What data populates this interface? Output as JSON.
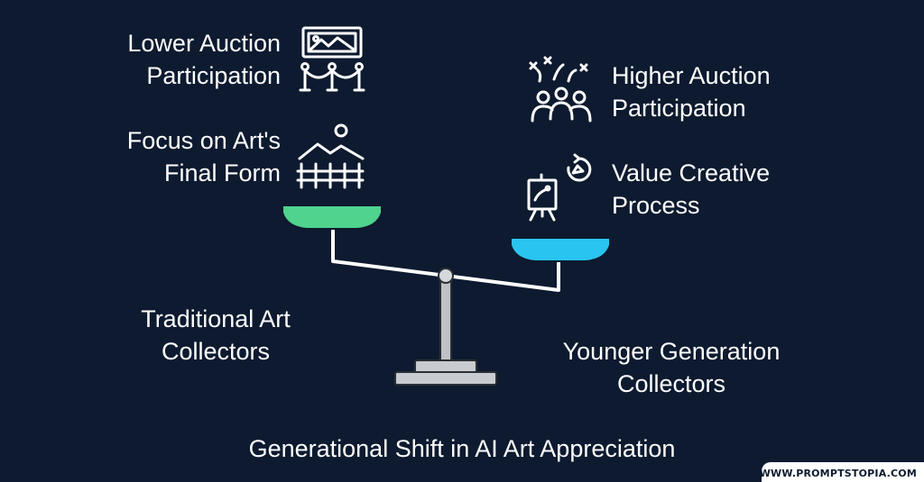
{
  "title": "Generational Shift in AI Art Appreciation",
  "watermark": "WWW.PROMPTSTOPIA.COM",
  "left": {
    "group": [
      "Traditional Art",
      "Collectors"
    ],
    "trait_1": [
      "Lower Auction",
      "Participation"
    ],
    "trait_2": [
      "Focus on Art's",
      "Final Form"
    ],
    "pan_color": "#4fd38d"
  },
  "right": {
    "group": [
      "Younger Generation",
      "Collectors"
    ],
    "trait_1": [
      "Higher Auction",
      "Participation"
    ],
    "trait_2": [
      "Value Creative",
      "Process"
    ],
    "pan_color": "#2ac4f0"
  },
  "icons": {
    "left_trait_1": "framed-artwork-with-rope-barrier-icon",
    "left_trait_2": "landscape-with-fence-icon",
    "right_trait_1": "audience-with-fireworks-icon",
    "right_trait_2": "easel-with-cycle-icon"
  }
}
